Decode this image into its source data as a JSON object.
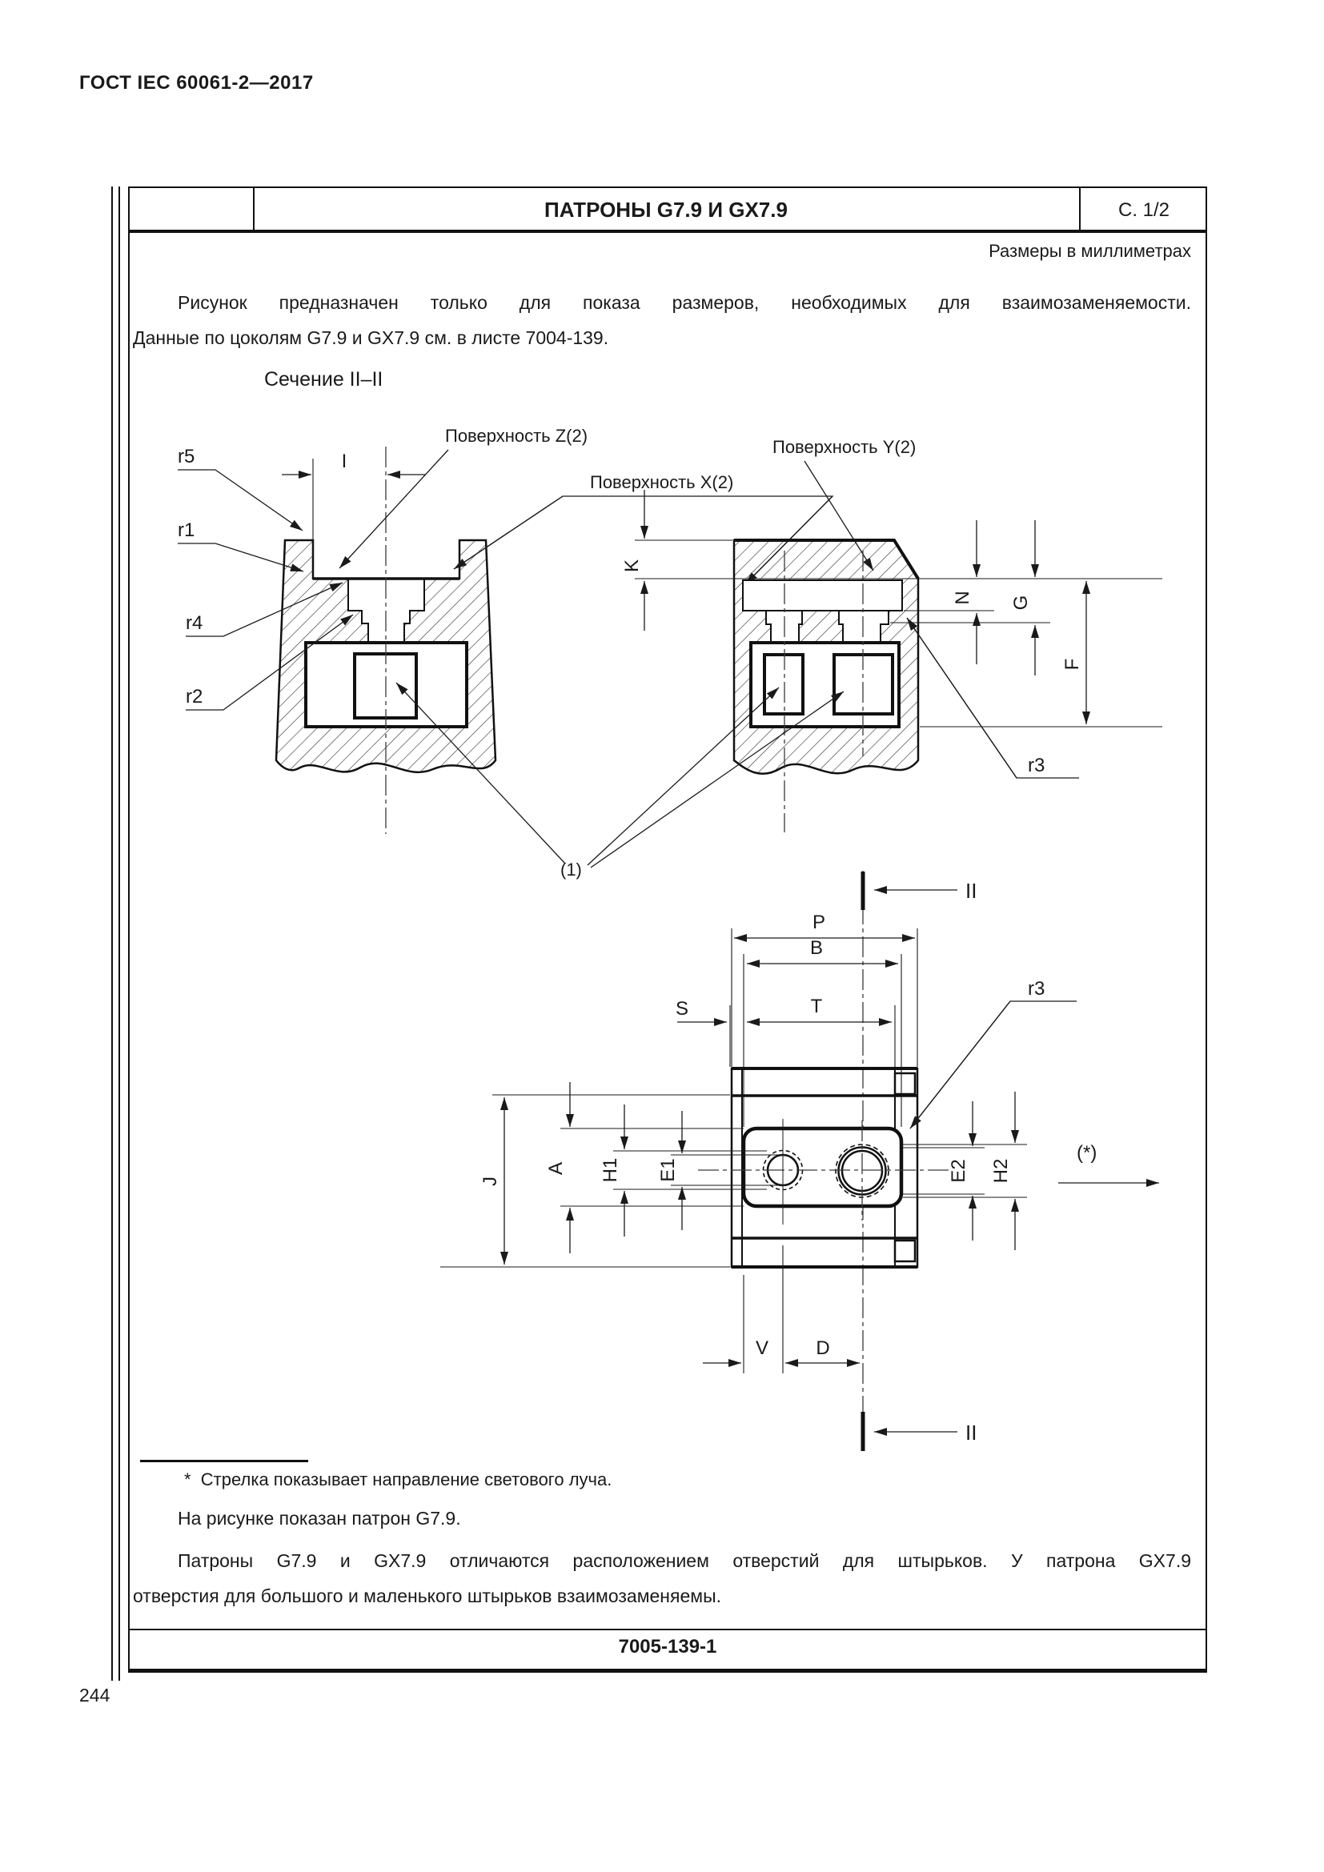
{
  "page": {
    "doc_header": "ГОСТ IEC 60061-2—2017",
    "page_number": "244"
  },
  "sheet": {
    "title": "ПАТРОНЫ G7.9 И GX7.9",
    "page_ref": "С. 1/2",
    "units_note": "Размеры в миллиметрах",
    "intro_line1": "Рисунок предназначен только для показа размеров, необходимых для взаимозаменяемости.",
    "intro_line2": "Данные по цоколям G7.9 и GX7.9 см. в листе 7004-139.",
    "section_label": "Сечение II–II",
    "footnote_marker": "*",
    "footnote_text": "Стрелка показывает направление светового луча.",
    "note1": "На рисунке показан патрон G7.9.",
    "note2_line1": "Патроны G7.9 и GX7.9 отличаются расположением отверстий для штырьков. У патрона GX7.9",
    "note2_line2": "отверстия для большого и маленького штырьков взаимозаменяемы.",
    "sheet_number": "7005-139-1"
  },
  "drawing": {
    "surfaces": {
      "z": "Поверхность Z(2)",
      "x": "Поверхность X(2)",
      "y": "Поверхность Y(2)"
    },
    "radii": {
      "r1": "r1",
      "r2": "r2",
      "r3": "r3",
      "r4": "r4",
      "r5": "r5"
    },
    "dims": {
      "I": "I",
      "K": "K",
      "N": "N",
      "G": "G",
      "F": "F",
      "P": "P",
      "B": "B",
      "T": "T",
      "S": "S",
      "J": "J",
      "A": "A",
      "H1": "H1",
      "E1": "E1",
      "E2": "E2",
      "H2": "H2",
      "V": "V",
      "D": "D"
    },
    "callouts": {
      "contact_holes": "(1)",
      "beam_direction": "(*)",
      "section_cut": "II"
    }
  }
}
